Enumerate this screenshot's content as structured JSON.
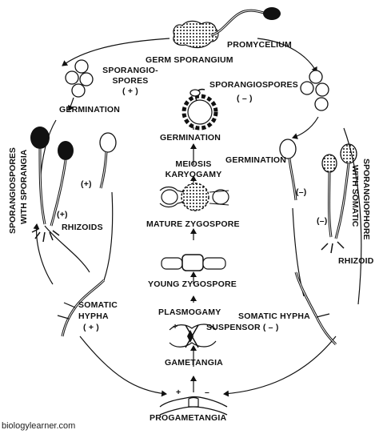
{
  "labels": {
    "promycelium": "PROMYCELIUM",
    "germ_sporangium": "GERM SPORANGIUM",
    "sporangiospores_plus_1": "SPORANGIO-",
    "sporangiospores_plus_2": "SPORES",
    "sporangiospores_plus_3": "( + )",
    "sporangiospores_minus": "SPORANGIOSPORES",
    "sporangiospores_minus_sign": "( – )",
    "germination_left": "GERMINATION",
    "germination_center": "GERMINATION",
    "germination_right": "GERMINATION",
    "meiosis": "MEIOSIS",
    "karyogamy": "KARYOGAMY",
    "mature_zygospore": "MATURE  ZYGOSPORE",
    "young_zygospore": "YOUNG  ZYGOSPORE",
    "plasmogamy": "PLASMOGAMY",
    "suspensor": "SUSPENSOR ( – )",
    "gametangia": "GAMETANGIA",
    "progametangia": "PROGAMETANGIA",
    "somatic_hypha_left_1": "SOMATIC",
    "somatic_hypha_left_2": "HYPHA",
    "somatic_hypha_left_3": "( + )",
    "somatic_hypha_right": "SOMATIC HYPHA",
    "rhizoids": "RHIZOIDS",
    "rhizoid": "RHIZOID",
    "sporangiospores_with_sporangia_1": "SPORANGIOSPORES",
    "sporangiospores_with_sporangia_2": "WITH SPORANGIA",
    "sporangiophore_with_somatic_1": "SPORANGIOPHORE",
    "sporangiophore_with_somatic_2": "WITH SOMATIC",
    "plus_sign_1": "(+)",
    "plus_sign_2": "(+)",
    "minus_sign_1": "(–)",
    "minus_sign_2": "(–)",
    "plus_mark": "+",
    "minus_mark": "–",
    "gam_plus": "+",
    "gam_minus": "–"
  },
  "credit": "biologylearner.com"
}
